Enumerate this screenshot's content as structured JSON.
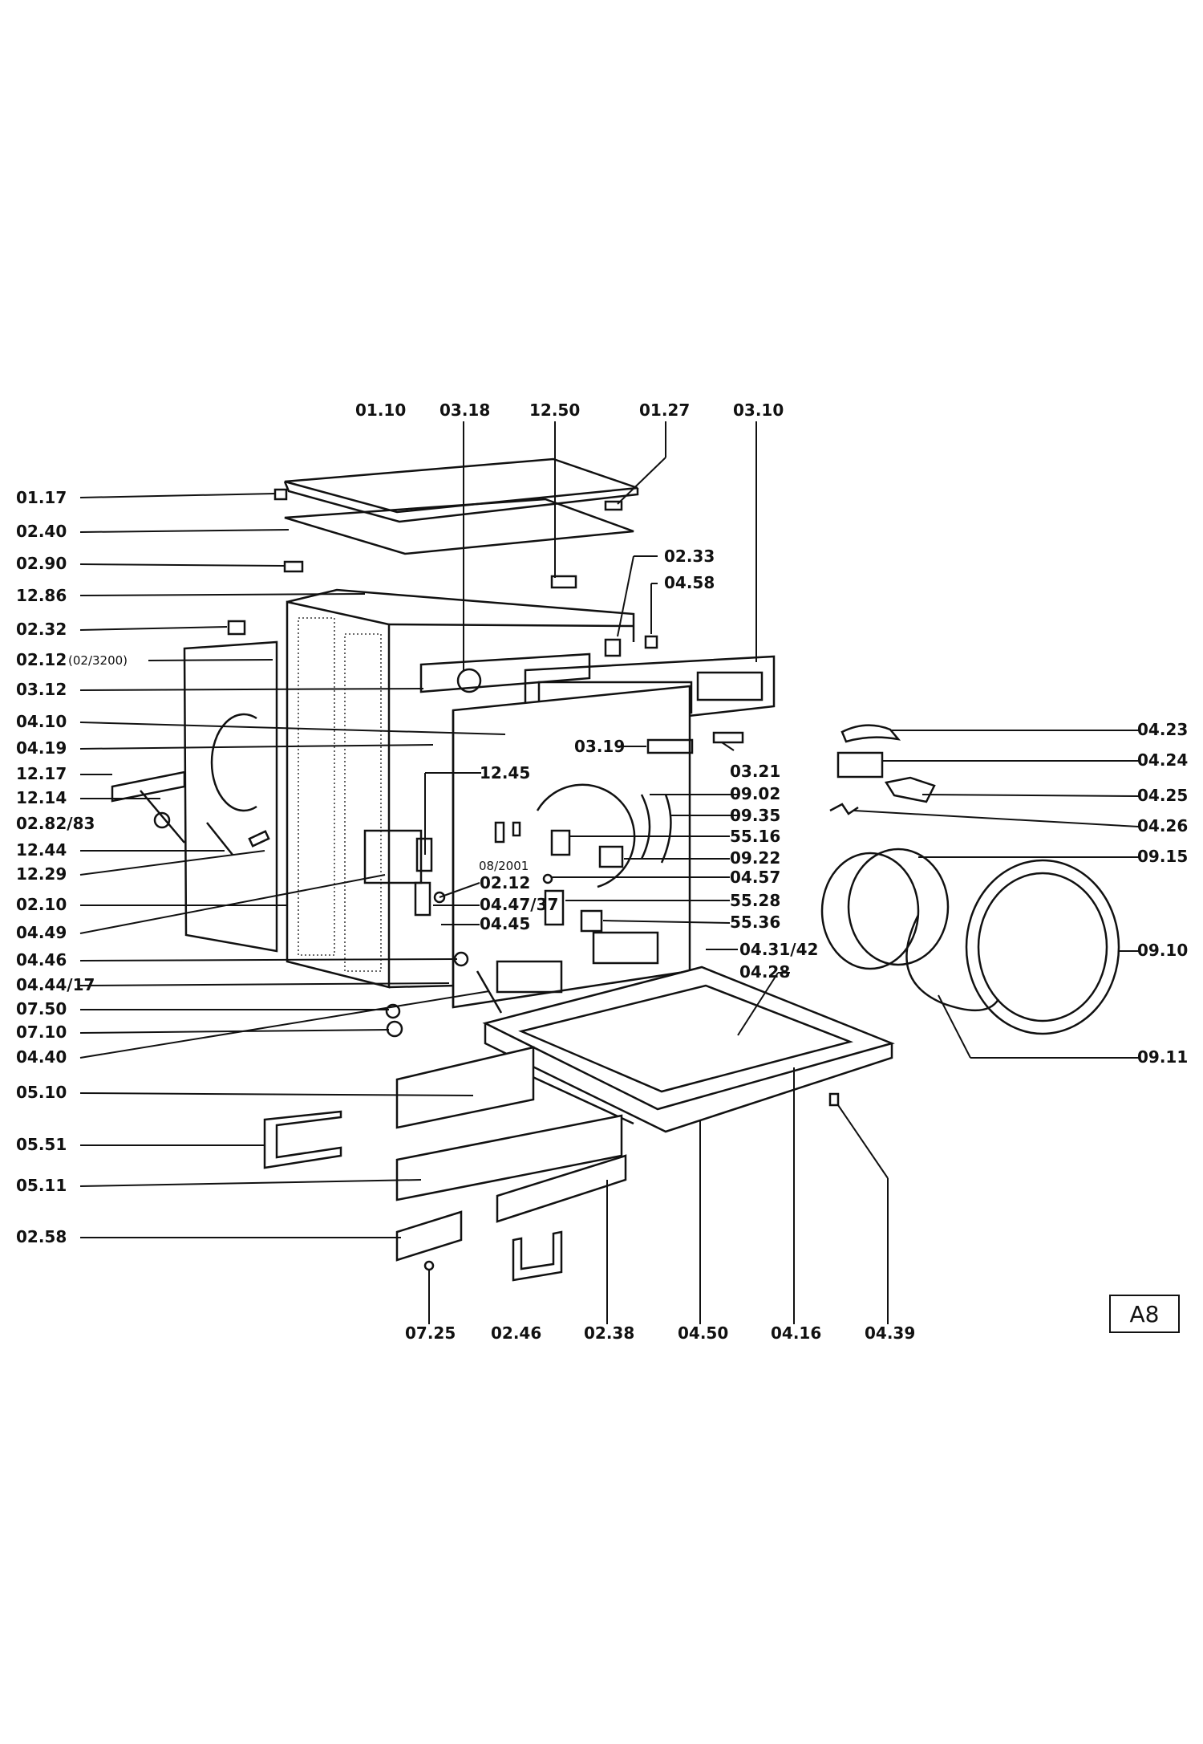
{
  "page_id": "A8",
  "annotations": {
    "date_code": "08/2001",
    "part_02_12_note": "(02/3200)"
  },
  "labels": {
    "top": [
      "01.10",
      "03.18",
      "12.50",
      "01.27",
      "03.10"
    ],
    "left": [
      "01.17",
      "02.40",
      "02.90",
      "12.86",
      "02.32",
      "02.12",
      "03.12",
      "04.10",
      "04.19",
      "12.17",
      "12.14",
      "02.82/83",
      "12.44",
      "12.29",
      "02.10",
      "04.49",
      "04.46",
      "04.44/17",
      "07.50",
      "07.10",
      "04.40",
      "05.10",
      "05.51",
      "05.11",
      "02.58"
    ],
    "center": [
      "02.33",
      "04.58",
      "03.19",
      "03.21",
      "12.45",
      "09.02",
      "09.35",
      "55.16",
      "09.22",
      "02.12",
      "04.57",
      "04.47/37",
      "55.28",
      "04.45",
      "55.36",
      "04.31/42",
      "04.28"
    ],
    "right": [
      "04.23",
      "04.24",
      "04.25",
      "04.26",
      "09.15",
      "09.10",
      "09.11"
    ],
    "bottom": [
      "07.25",
      "02.46",
      "02.38",
      "04.50",
      "04.16",
      "04.39"
    ]
  }
}
